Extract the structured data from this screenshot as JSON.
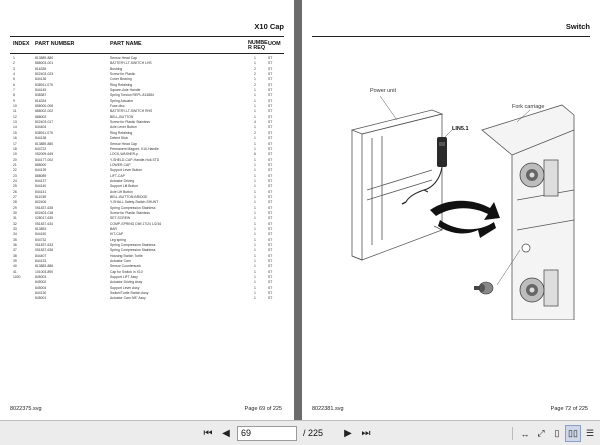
{
  "left_page": {
    "title": "X10 Cap",
    "columns": {
      "index": "INDEX",
      "part_number": "PART NUMBER",
      "part_name": "PART NAME",
      "number_reqd": "NUMBE R REQ",
      "uom": "UOM"
    },
    "rows": [
      [
        "1",
        "813889-880",
        "Sensor Head Cap",
        "1",
        "ST"
      ],
      [
        "2",
        "888003-001",
        "BATTERY-LT-SWITCH LHS",
        "1",
        "ST"
      ],
      [
        "3",
        "816335",
        "Bushing",
        "2",
        "ST"
      ],
      [
        "4",
        "802403-023",
        "Screw for Plastic",
        "2",
        "ST"
      ],
      [
        "5",
        "844136",
        "Cover Bearing",
        "1",
        "ST"
      ],
      [
        "6",
        "838911-075",
        "Ring Retaining",
        "2",
        "ST"
      ],
      [
        "7",
        "844145",
        "Square-Axle Handle",
        "1",
        "ST"
      ],
      [
        "8",
        "838387",
        "Spring Torsion REPL-813884",
        "1",
        "ST"
      ],
      [
        "9",
        "816334",
        "Spring Actuator",
        "1",
        "ST"
      ],
      [
        "10",
        "858000-006",
        "Fuse disc",
        "1",
        "ST"
      ],
      [
        "11",
        "888002-002",
        "BATTERY-LT-SWITCH RHS",
        "1",
        "ST"
      ],
      [
        "12",
        "888002",
        "BELL-BUTTON",
        "1",
        "ST"
      ],
      [
        "13",
        "802403-017",
        "Screw for Plastic Stainless",
        "4",
        "ST"
      ],
      [
        "14",
        "844404",
        "Axle Lever Button",
        "1",
        "ST"
      ],
      [
        "15",
        "838911-075",
        "Ring Retaining",
        "2",
        "ST"
      ],
      [
        "16",
        "844138",
        "Detent Stub",
        "1",
        "ST"
      ],
      [
        "17",
        "813889-880",
        "Sensor Head Cap",
        "1",
        "ST"
      ],
      [
        "18",
        "844722",
        "Permanent Magnet- X10-Handle",
        "1",
        "ST"
      ],
      [
        "19",
        "052009-649",
        "LOCK-WASHER-p",
        "6",
        "ST"
      ],
      [
        "20",
        "844177-002",
        "Y-SHELD-CAP-Handle-Hull-STD",
        "1",
        "ST"
      ],
      [
        "21",
        "888000",
        "LOWER-CAP",
        "1",
        "ST"
      ],
      [
        "22",
        "844139",
        "Support Lever Button",
        "1",
        "ST"
      ],
      [
        "23",
        "888089",
        "LIFT-CAP",
        "1",
        "ST"
      ],
      [
        "24",
        "844137",
        "Actuator Driving",
        "1",
        "ST"
      ],
      [
        "25",
        "844140",
        "Support Lift Button",
        "1",
        "ST"
      ],
      [
        "26",
        "844141",
        "Axle Lift Button",
        "1",
        "ST"
      ],
      [
        "27",
        "811038",
        "BELL-BUTTON-BRIDGE",
        "1",
        "ST"
      ],
      [
        "28",
        "802406",
        "Y-SHALL Safety-Switch-SHUNT",
        "1",
        "ST"
      ],
      [
        "29",
        "051837-635",
        "Spring Compression Stainless",
        "1",
        "ST"
      ],
      [
        "30",
        "802403-018",
        "Screw for Plastic Stainless",
        "1",
        "ST"
      ],
      [
        "31",
        "028017-639",
        "SET-SCREW",
        "1",
        "ST"
      ],
      [
        "32",
        "051837-634",
        "COMP-SPRING DIM 17/24 1/2/16",
        "1",
        "ST"
      ],
      [
        "33",
        "813853",
        "BAR",
        "1",
        "ST"
      ],
      [
        "34",
        "844150",
        "KIT-CAP",
        "1",
        "ST"
      ],
      [
        "35",
        "844732",
        "Leg spring",
        "1",
        "ST"
      ],
      [
        "36",
        "051837-633",
        "Spring Compression Stainless",
        "1",
        "ST"
      ],
      [
        "37",
        "051837-636",
        "Spring Compression Stainless",
        "1",
        "ST"
      ],
      [
        "38",
        "844407",
        "Housing Switch Turtle",
        "1",
        "ST"
      ],
      [
        "39",
        "844133",
        "Actuator Cam",
        "1",
        "ST"
      ],
      [
        "40",
        "813883-886",
        "Sensor Countersunk",
        "1",
        "ST"
      ],
      [
        "41",
        "101003-890",
        "Cap for Switch in X10",
        "1",
        "ST"
      ],
      [
        "1000",
        "845003",
        "Support LIFT Assy",
        "1",
        "ST"
      ],
      [
        "",
        "845002",
        "Actuator Driving Assy",
        "1",
        "ST"
      ],
      [
        "",
        "845004",
        "Support Lever Assy",
        "1",
        "ST"
      ],
      [
        "",
        "844130",
        "Switch/Turtle Switch Assy",
        "1",
        "ST"
      ],
      [
        "",
        "845001",
        "Actuator Cam 9/8\" Assy",
        "1",
        "ST"
      ]
    ],
    "footer_file": "8022375.svg",
    "footer_page_label": "Page 69 of",
    "footer_total": "225"
  },
  "right_page": {
    "title": "Switch",
    "labels": {
      "power_unit": "Power unit",
      "fork_carriage": "Fork carriage",
      "callout": "LIN5.1"
    },
    "footer_file": "8022381.svg",
    "footer_page_label": "Page 72 of",
    "footer_total": "225"
  },
  "toolbar": {
    "current_page": "69",
    "total_pages": "/ 225",
    "icons": [
      "first-page-icon",
      "prev-page-icon",
      "next-page-icon",
      "last-page-icon",
      "fit-width-icon",
      "fit-page-icon",
      "single-page-icon",
      "two-page-icon",
      "continuous-icon"
    ]
  }
}
